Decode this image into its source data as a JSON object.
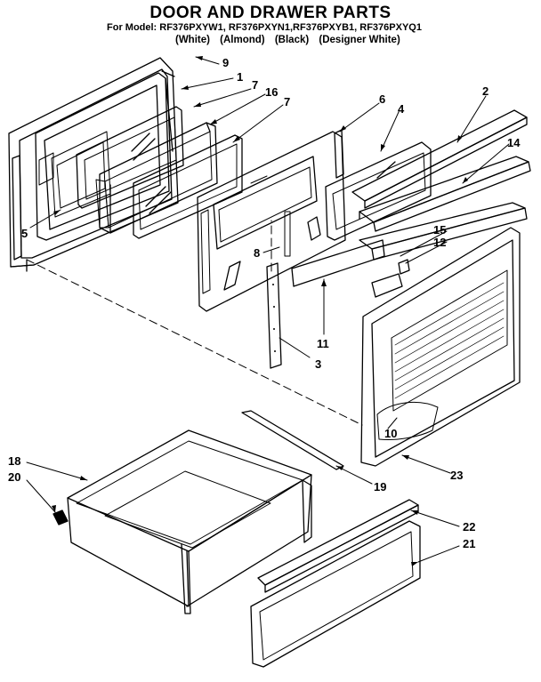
{
  "title": "DOOR AND DRAWER PARTS",
  "model_line": "For Model: RF376PXYW1, RF376PXYN1,RF376PXYB1, RF376PXYQ1",
  "colors": [
    "(White)",
    "(Almond)",
    "(Black)",
    "(Designer White)"
  ],
  "callouts": [
    "9",
    "1",
    "7",
    "16",
    "7",
    "6",
    "4",
    "2",
    "14",
    "5",
    "8",
    "15",
    "12",
    "11",
    "3",
    "10",
    "23",
    "18",
    "20",
    "19",
    "22",
    "21"
  ]
}
